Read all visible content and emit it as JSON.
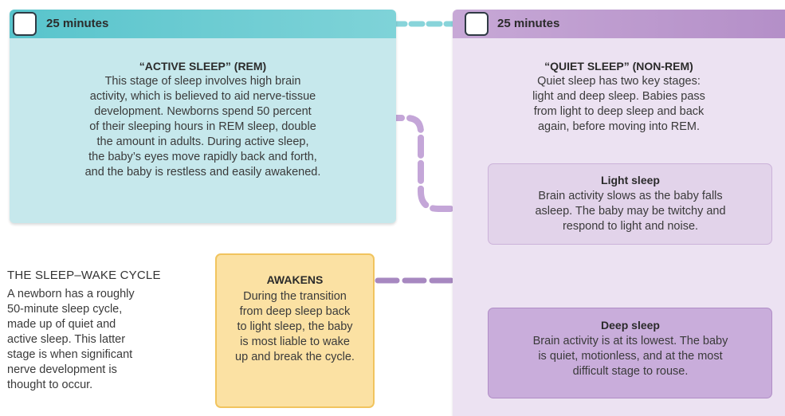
{
  "rem": {
    "duration": "25 minutes",
    "title": "“ACTIVE SLEEP” (REM)",
    "lines": [
      "This stage of sleep involves high brain",
      "activity, which is believed to aid nerve-tissue",
      "development. Newborns spend 50 percent",
      "of their sleeping hours in REM sleep, double",
      "the amount in adults. During active sleep,",
      "the baby’s eyes move rapidly back and forth,",
      "and the baby is restless and easily awakened."
    ]
  },
  "nrem": {
    "duration": "25 minutes",
    "title": "“QUIET SLEEP” (NON-REM)",
    "lines": [
      "Quiet sleep has two key stages:",
      "light and deep sleep. Babies pass",
      "from light to deep sleep and back",
      "again, before moving into REM."
    ]
  },
  "light": {
    "title": "Light sleep",
    "lines": [
      "Brain activity slows as the baby falls",
      "asleep. The baby may be twitchy and",
      "respond to light and noise."
    ]
  },
  "deep": {
    "title": "Deep sleep",
    "lines": [
      "Brain activity is at its lowest. The baby",
      "is quiet, motionless, and at the most",
      "difficult stage to rouse."
    ]
  },
  "awakens": {
    "title": "AWAKENS",
    "lines": [
      "During the transition",
      "from deep sleep back",
      "to light sleep, the baby",
      "is most liable to wake",
      "up and break the cycle."
    ]
  },
  "cycle": {
    "title": "THE SLEEP–WAKE CYCLE",
    "lines": [
      "A newborn has a roughly",
      "50-minute sleep cycle,",
      "made up of quiet and",
      "active sleep. This latter",
      "stage is when significant",
      "nerve development is",
      "thought to occur."
    ]
  },
  "colors": {
    "rem_accent": "#58c4cc",
    "nrem_accent": "#b48fc8",
    "awakens_accent": "#f1c45e",
    "arrow": "#c4a6d8"
  },
  "icons": [
    "clock-icon",
    "clock-icon"
  ]
}
